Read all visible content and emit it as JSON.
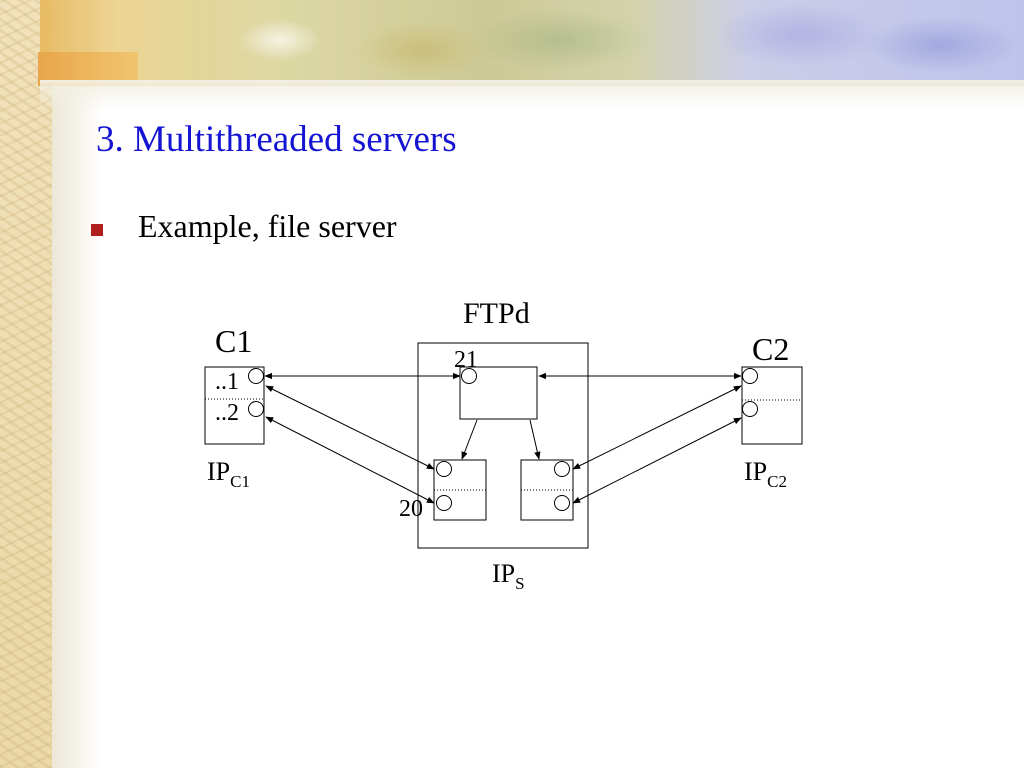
{
  "slide": {
    "title": "3. Multithreaded servers",
    "bullet": "Example, file server"
  },
  "diagram": {
    "server_name": "FTPd",
    "server_ip": "IP",
    "server_ip_sub": "S",
    "control_port": "21",
    "data_port": "20",
    "client1": {
      "name": "C1",
      "ip": "IP",
      "ip_sub": "C1",
      "conn1_label": "..1",
      "conn2_label": "..2"
    },
    "client2": {
      "name": "C2",
      "ip": "IP",
      "ip_sub": "C2"
    }
  },
  "colors": {
    "title": "#1414d2",
    "bullet_marker": "#b01e1e"
  }
}
